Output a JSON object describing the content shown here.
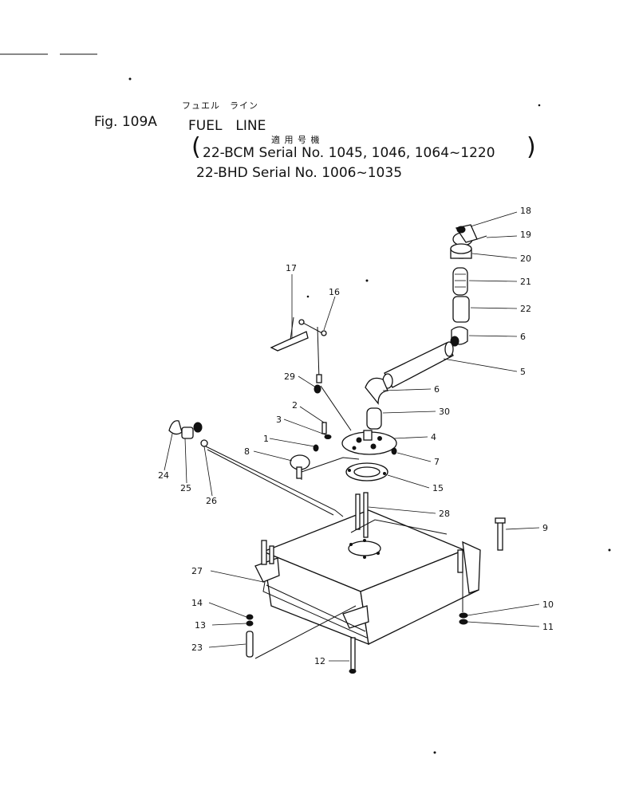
{
  "figure": {
    "fig_number": "Fig. 109A",
    "title_kana": "フュエル　ライン",
    "title": "FUEL　LINE",
    "applicable_kanji": "適 用 号 機",
    "serial_line_1": "22-BCM  Serial No. 1045,  1046,  1064~1220",
    "serial_line_2": "22-BHD   Serial No. 1006~1035"
  },
  "callouts": [
    "18",
    "19",
    "20",
    "21",
    "22",
    "6",
    "5",
    "6",
    "30",
    "4",
    "7",
    "15",
    "28",
    "9",
    "10",
    "11",
    "12",
    "23",
    "13",
    "14",
    "27",
    "24",
    "25",
    "26",
    "8",
    "1",
    "3",
    "2",
    "29",
    "17",
    "16"
  ]
}
